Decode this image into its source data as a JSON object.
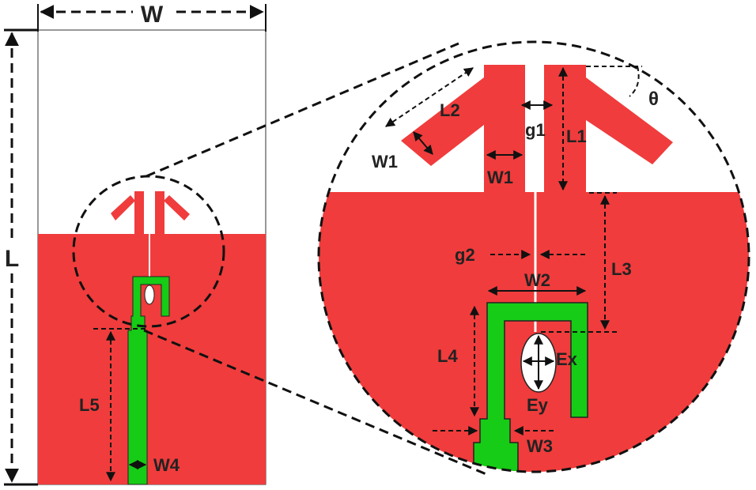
{
  "labels": {
    "W": "W",
    "L": "L",
    "L1": "L1",
    "L2": "L2",
    "L3": "L3",
    "L4": "L4",
    "L5": "L5",
    "W1_left": "W1",
    "W1_center": "W1",
    "W2": "W2",
    "W3": "W3",
    "W4": "W4",
    "g1": "g1",
    "g2": "g2",
    "theta": "θ",
    "Ex": "Ex",
    "Ey": "Ey"
  },
  "colors": {
    "ground": "#F03C3C",
    "feed": "#16CC16",
    "line": "#111111",
    "background": "#FFFFFF"
  }
}
